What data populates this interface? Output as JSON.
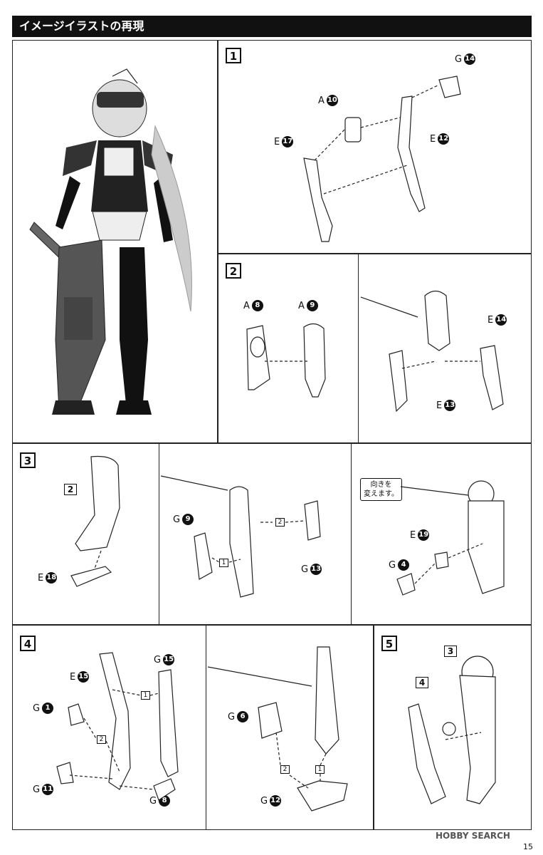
{
  "header": {
    "title": "イメージイラストの再現"
  },
  "step1": {
    "num": "1",
    "labels": [
      {
        "letter": "A",
        "num": "10"
      },
      {
        "letter": "G",
        "num": "14"
      },
      {
        "letter": "E",
        "num": "17"
      },
      {
        "letter": "E",
        "num": "12"
      }
    ]
  },
  "step2": {
    "num": "2",
    "labels": [
      {
        "letter": "A",
        "num": "8"
      },
      {
        "letter": "A",
        "num": "9"
      },
      {
        "letter": "E",
        "num": "14"
      },
      {
        "letter": "E",
        "num": "13"
      }
    ]
  },
  "step3": {
    "num": "3",
    "ref": "2",
    "order": [
      "1",
      "2"
    ],
    "callout": "向きを\n変えます。",
    "labels": [
      {
        "letter": "E",
        "num": "18"
      },
      {
        "letter": "G",
        "num": "9"
      },
      {
        "letter": "G",
        "num": "13"
      },
      {
        "letter": "E",
        "num": "19"
      },
      {
        "letter": "G",
        "num": "4"
      }
    ]
  },
  "step4": {
    "num": "4",
    "order": [
      "1",
      "2"
    ],
    "labels": [
      {
        "letter": "E",
        "num": "15"
      },
      {
        "letter": "G",
        "num": "15"
      },
      {
        "letter": "G",
        "num": "1"
      },
      {
        "letter": "G",
        "num": "11"
      },
      {
        "letter": "G",
        "num": "8"
      },
      {
        "letter": "G",
        "num": "6"
      },
      {
        "letter": "G",
        "num": "12"
      }
    ]
  },
  "step5": {
    "num": "5",
    "refs": [
      "3",
      "4"
    ]
  },
  "footer": {
    "watermark": "HOBBY SEARCH",
    "page": "15"
  }
}
